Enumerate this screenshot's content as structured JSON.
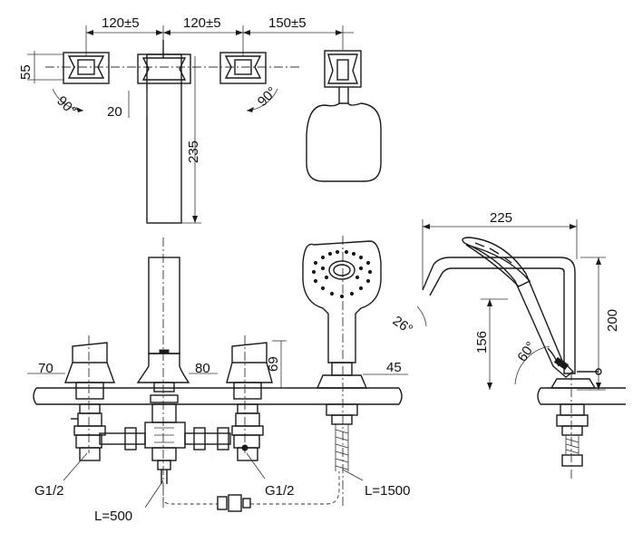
{
  "dimensions": {
    "spacing_left": "120±5",
    "spacing_mid": "120±5",
    "spacing_right": "150±5",
    "handle_height": "55",
    "handle_angle_left": "90°",
    "handle_angle_right": "90°",
    "spout_offset": "20",
    "spout_length": "235",
    "handle_base_70": "70",
    "spout_base_80": "80",
    "spout_height_69": "69",
    "deck_thickness": "45",
    "shower_reach": "225",
    "shower_height": "200",
    "holder_height": "156",
    "holder_angle": "60°",
    "arm_angle": "26°"
  },
  "callouts": {
    "inlet_left": "G1/2",
    "inlet_right": "G1/2",
    "hose_connector": "L=500",
    "shower_hose": "L=1500"
  },
  "colors": {
    "line": "#1a1a1a",
    "background": "#ffffff"
  }
}
